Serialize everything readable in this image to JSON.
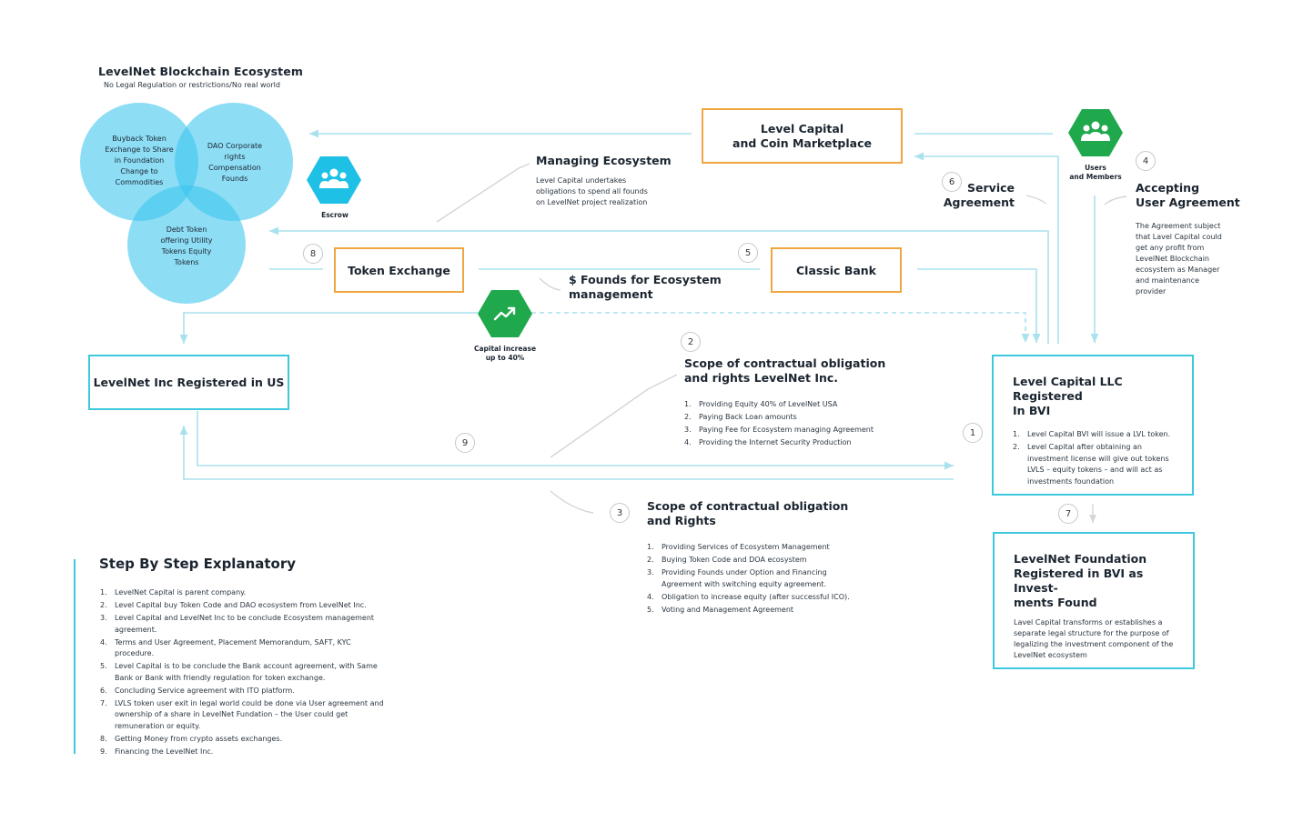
{
  "ecosystem": {
    "title": "LevelNet Blockchain Ecosystem",
    "subtitle": "No Legal Regulation or restrictions/No real world",
    "circle_buyback": "Buyback Token\nExchange to Share\nin Foundation\nChange to\nCommodities",
    "circle_dao": "DAO Corporate\nrights\nCompensation\nFounds",
    "circle_debt": "Debt Token\noffering Utility\nTokens Equity\nTokens"
  },
  "escrow": {
    "label": "Escrow"
  },
  "users": {
    "label": "Users\nand Members"
  },
  "capital_increase": {
    "label": "Capital increase\nup to 40%"
  },
  "managing": {
    "title": "Managing Ecosystem",
    "desc": "Level Capital undertakes\nobligations to spend all founds\non LevelNet project realization"
  },
  "boxes": {
    "marketplace": "Level Capital\nand Coin Marketplace",
    "token_exchange": "Token Exchange",
    "classic_bank": "Classic Bank",
    "levelnet_us": "LevelNet Inc Registered in US",
    "level_bvi_title": "Level Capital LLC Registered\nIn BVI",
    "level_bvi_items": [
      "Level Capital BVI will issue a LVL token.",
      "Level Capital after obtaining an investment license will give out tokens LVLS – equity tokens – and will act as investments foundation"
    ],
    "foundation_title": "LevelNet Foundation\nRegistered in BVI as Invest-\nments Found",
    "foundation_desc": "Lavel Capital transforms or establishes a\nseparate legal structure for the purpose of\nlegalizing the investment component of the\nLevelNet ecosystem"
  },
  "founds": {
    "label": "$ Founds for Ecosystem\nmanagement"
  },
  "service": {
    "label": "Service\nAgreement"
  },
  "accepting": {
    "title": "Accepting\nUser Agreement",
    "desc": "The Agreement subject\nthat Lavel Capital could\nget any profit from\nLevelNet Blockchain\necosystem as Manager\nand maintenance\nprovider"
  },
  "scope_inc": {
    "title": "Scope of contractual obligation\nand rights LevelNet Inc.",
    "items": [
      "Providing Equity 40% of LevelNet USA",
      "Paying Back Loan amounts",
      "Paying Fee for Ecosystem managing Agreement",
      "Providing the Internet Security Production"
    ]
  },
  "scope_rights": {
    "title": "Scope of contractual obligation\nand Rights",
    "items": [
      "Providing Services of Ecosystem Management",
      "Buying Token Code and DOA ecosystem",
      "Providing Founds under Option and Financing Agreement with switching equity agreement.",
      "Obligation to increase equity (after successful ICO).",
      "Voting and Management Agreement"
    ]
  },
  "steps": {
    "title": "Step By Step Explanatory",
    "items": [
      "LevelNet Capital is parent company.",
      "Level Capital buy Token Code and DAO ecosystem from LevelNet Inc.",
      "Level Capital and LevelNet Inc to be conclude Ecosystem management agreement.",
      "Terms and User Agreement, Placement Memorandum, SAFT, KYC procedure.",
      "Level Capital is to be conclude the Bank account agreement, with Same Bank or Bank with friendly regulation for token exchange.",
      "Concluding Service agreement with ITO platform.",
      "LVLS token user exit in legal world  could be done via User agreement and ownership of a share in LevelNet Fundation – the User could get remuneration or equity.",
      "Getting Money from crypto assets exchanges.",
      "Financing the LevelNet Inc."
    ]
  },
  "markers": [
    "1",
    "2",
    "3",
    "4",
    "5",
    "6",
    "7",
    "8",
    "9"
  ],
  "colors": {
    "teal": "#3ec8dd",
    "orange": "#f0a640",
    "green": "#1fa94c",
    "cyan": "#1ec0e6",
    "line": "#a9e2ee"
  }
}
